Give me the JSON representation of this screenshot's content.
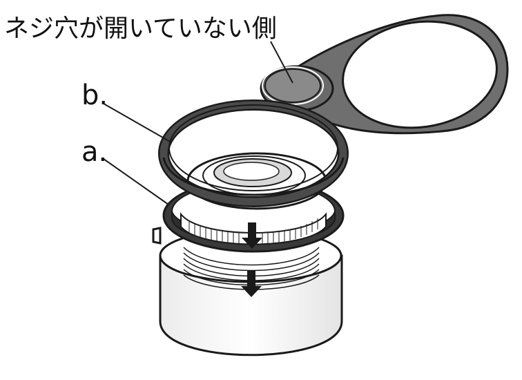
{
  "labels": {
    "unthreaded_side": "ネジ穴が開いていない側",
    "part_b": "b.",
    "part_a": "a."
  },
  "colors": {
    "line": "#1a1a1a",
    "ring_dark": "#3a3a3a",
    "tab_gray": "#6f6f6f",
    "knob_gray": "#8a8a8a",
    "light_gray": "#d9d9d9",
    "white": "#ffffff"
  },
  "icons": {
    "arrow": "down-arrow-icon"
  }
}
